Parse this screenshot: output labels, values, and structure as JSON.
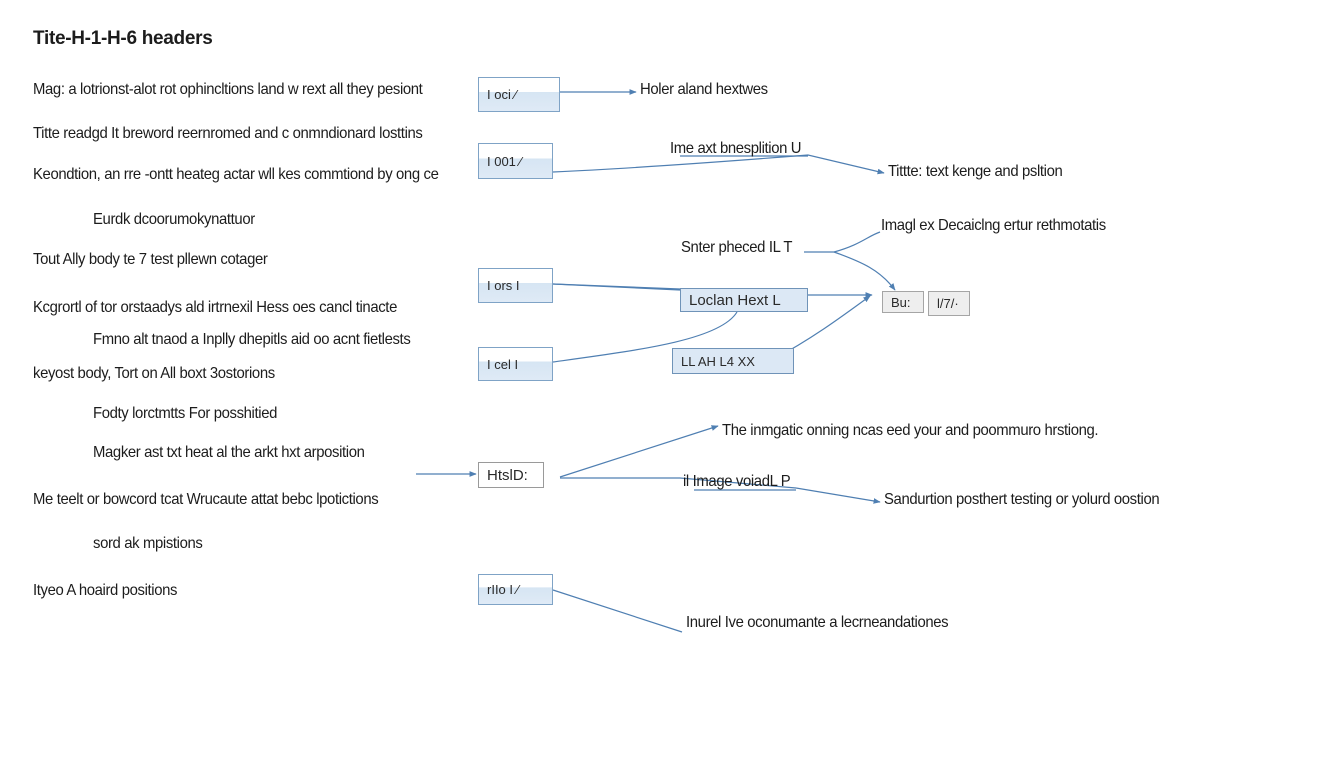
{
  "title": "Tite-H-1-H-6 headers",
  "left_text": [
    "Mag: a lotrionst-alot rot ophincltions land w rext all they pesiont",
    "Titte readgd It breword reernromed and c onmndionard losttins",
    "Keondtion, an rre -ontt heateg actar wll kes commtiond by ong ce",
    "Eurdk dcoorumokynattuor",
    "Tout Ally body te 7 test pllewn cotager",
    "Kcgrortl of tor orstaadys ald irtrnexil Hess oes cancl tinacte",
    "Fmno alt tnaod a Inplly dhepitls aid oo acnt fietlests",
    "keyost body, Tort on All boxt 3ostorions",
    "Fodty lorctmtts For posshitied",
    "Magker ast txt heat al the arkt hxt arposition",
    "Me teelt or bowcord tcat Wrucaute attat bebc lpotictions",
    "sord ak mpistions",
    "Ityeo A hoaird positions"
  ],
  "boxes": {
    "b1": "I oci ⁄",
    "b2": "I 001 ⁄",
    "b3": "I ors I",
    "b4": "I cel I",
    "b5": "HtslD:",
    "b6": "rIIo I ⁄",
    "location": "Loclan Hext L",
    "lah": "LL AH L4 XX",
    "bu": "Bu:",
    "slash": "l/7/·"
  },
  "right_text": {
    "r1": "Holer aland hextwes",
    "r2": "Ime axt bnesplition U",
    "r3": "Tittte: text kenge and psltion",
    "r4": "Imagl ex Decaiclng ertur rethmotatis",
    "r5": "Snter pheced IL T",
    "r6": "The inmgatic onning ncas eed your and poommuro hrstiong.",
    "r7": "il Image voiadL P",
    "r8": "Sandurtion posthert testing or yolurd oostion",
    "r9": "Inurel Ive oconumante a lecrneandationes"
  },
  "colors": {
    "line": "#4f7fb2",
    "box_border": "#7fa3c6",
    "box_fill": "#dce8f5",
    "text": "#1c1c1c"
  }
}
